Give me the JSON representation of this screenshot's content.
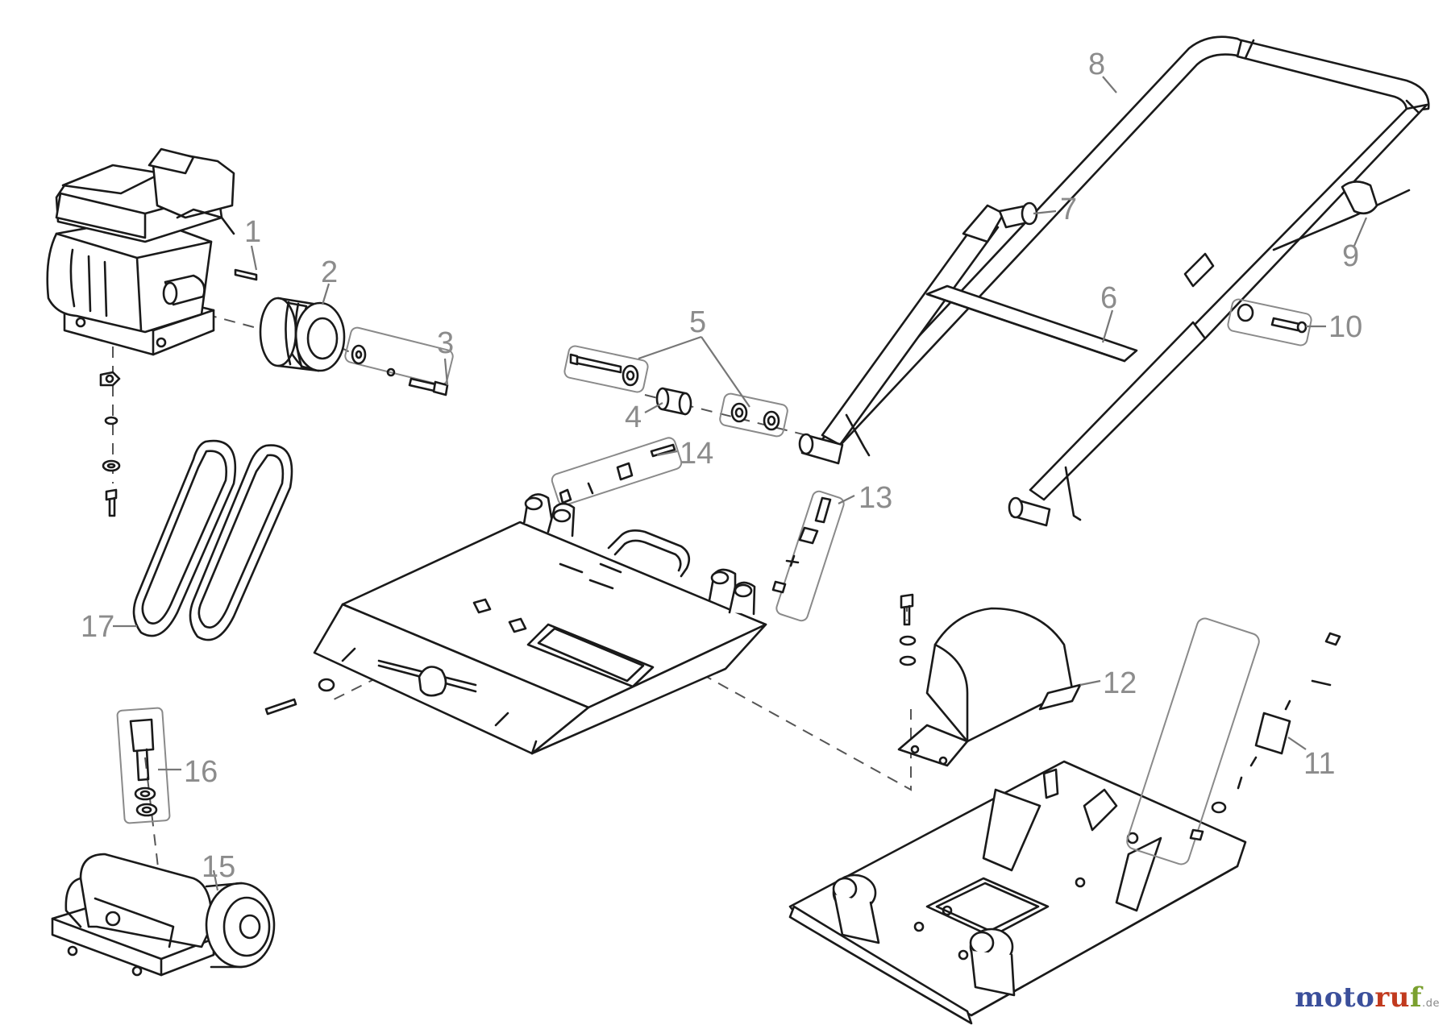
{
  "callouts": [
    {
      "id": "1",
      "label": "1"
    },
    {
      "id": "2",
      "label": "2"
    },
    {
      "id": "3",
      "label": "3"
    },
    {
      "id": "4",
      "label": "4"
    },
    {
      "id": "5",
      "label": "5"
    },
    {
      "id": "6",
      "label": "6"
    },
    {
      "id": "7",
      "label": "7"
    },
    {
      "id": "8",
      "label": "8"
    },
    {
      "id": "9",
      "label": "9"
    },
    {
      "id": "10",
      "label": "10"
    },
    {
      "id": "11",
      "label": "11"
    },
    {
      "id": "12",
      "label": "12"
    },
    {
      "id": "13",
      "label": "13"
    },
    {
      "id": "14",
      "label": "14"
    },
    {
      "id": "15",
      "label": "15"
    },
    {
      "id": "16",
      "label": "16"
    },
    {
      "id": "17",
      "label": "17"
    }
  ],
  "brand": {
    "part1": "moto",
    "part2": "ru",
    "part3": "f",
    "suffix": ".de"
  },
  "colors": {
    "line": "#1a1a1a",
    "callout_text": "#8c8c8c",
    "brand_blue": "#3b4f9b",
    "brand_red": "#c13a1e",
    "brand_green": "#7aa02f"
  }
}
